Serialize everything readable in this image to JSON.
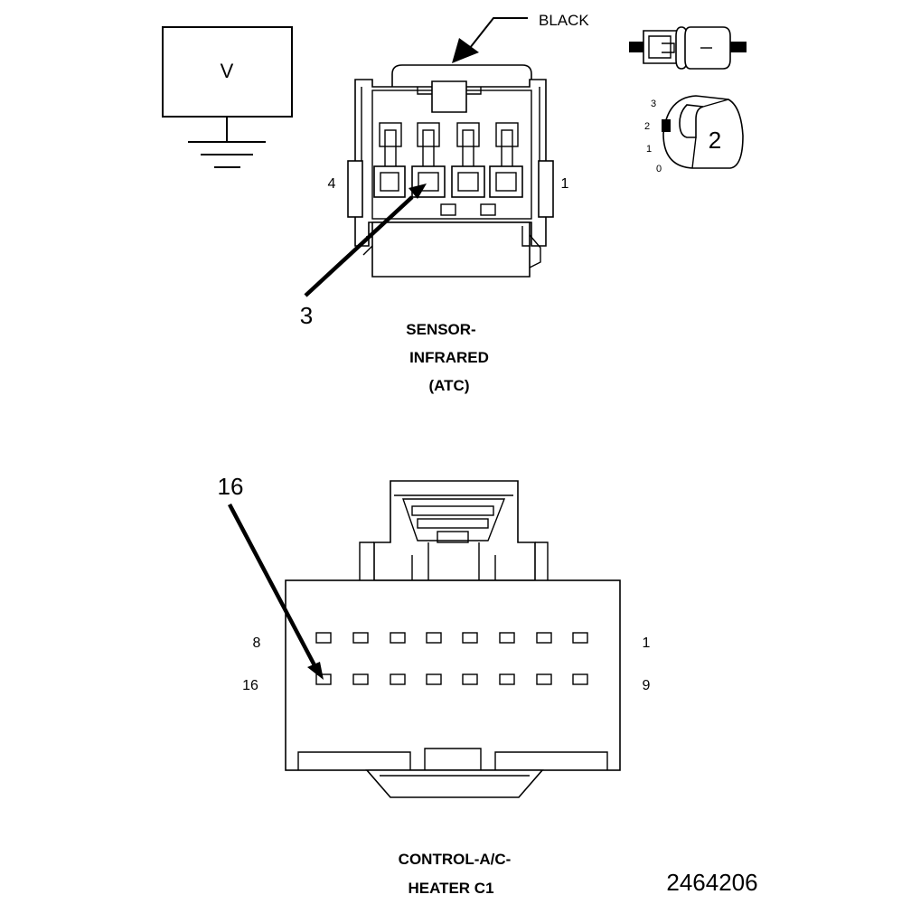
{
  "voltmeter": {
    "symbol": "V"
  },
  "sensor_connector": {
    "color_label": "BLACK",
    "pin_left_label": "4",
    "pin_right_label": "1",
    "callout_pin": "3",
    "name_lines": [
      "SENSOR-",
      "INFRARED",
      "(ATC)"
    ]
  },
  "probe_legend": {
    "scale_marks": [
      "3",
      "2",
      "1",
      "0"
    ],
    "selected_setting": "2"
  },
  "control_connector": {
    "callout_pin": "16",
    "row_top_left": "8",
    "row_top_right": "1",
    "row_bottom_left": "16",
    "row_bottom_right": "9",
    "name_lines": [
      "CONTROL-A/C-",
      "HEATER C1"
    ]
  },
  "figure_id": "2464206"
}
